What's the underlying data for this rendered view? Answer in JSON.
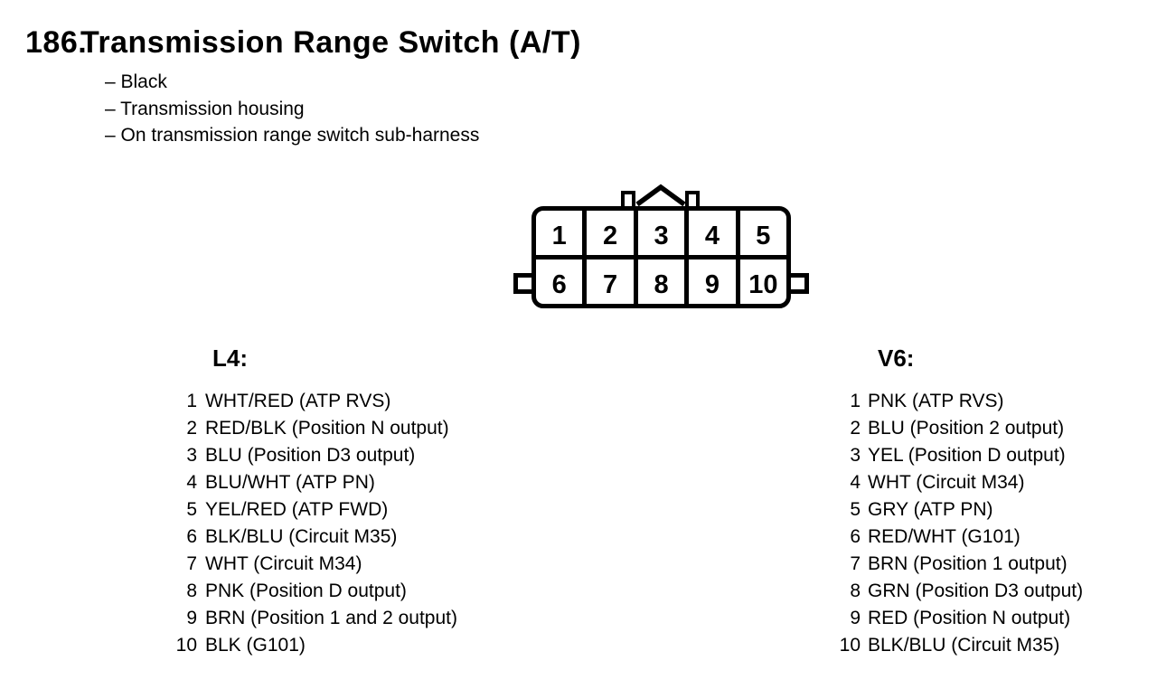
{
  "page": {
    "section_number": "186.",
    "title": "Transmission Range Switch (A/T)",
    "notes": [
      "– Black",
      "– Transmission housing",
      "– On transmission range switch sub-harness"
    ]
  },
  "connector": {
    "pins_top": [
      "1",
      "2",
      "3",
      "4",
      "5"
    ],
    "pins_bottom": [
      "6",
      "7",
      "8",
      "9",
      "10"
    ]
  },
  "pinouts": {
    "l4": {
      "heading": "L4:",
      "items": [
        {
          "pin": "1",
          "desc": "WHT/RED (ATP RVS)"
        },
        {
          "pin": "2",
          "desc": "RED/BLK (Position N output)"
        },
        {
          "pin": "3",
          "desc": "BLU (Position D3 output)"
        },
        {
          "pin": "4",
          "desc": "BLU/WHT (ATP PN)"
        },
        {
          "pin": "5",
          "desc": "YEL/RED (ATP FWD)"
        },
        {
          "pin": "6",
          "desc": "BLK/BLU (Circuit M35)"
        },
        {
          "pin": "7",
          "desc": "WHT (Circuit M34)"
        },
        {
          "pin": "8",
          "desc": "PNK (Position D output)"
        },
        {
          "pin": "9",
          "desc": "BRN (Position 1 and 2 output)"
        },
        {
          "pin": "10",
          "desc": "BLK (G101)"
        }
      ]
    },
    "v6": {
      "heading": "V6:",
      "items": [
        {
          "pin": "1",
          "desc": "PNK (ATP RVS)"
        },
        {
          "pin": "2",
          "desc": "BLU (Position 2 output)"
        },
        {
          "pin": "3",
          "desc": "YEL (Position D output)"
        },
        {
          "pin": "4",
          "desc": "WHT (Circuit M34)"
        },
        {
          "pin": "5",
          "desc": "GRY (ATP PN)"
        },
        {
          "pin": "6",
          "desc": "RED/WHT (G101)"
        },
        {
          "pin": "7",
          "desc": "BRN (Position 1 output)"
        },
        {
          "pin": "8",
          "desc": "GRN (Position D3 output)"
        },
        {
          "pin": "9",
          "desc": "RED (Position N output)"
        },
        {
          "pin": "10",
          "desc": "BLK/BLU (Circuit M35)"
        }
      ]
    }
  },
  "colors": {
    "ink": "#000000",
    "paper": "#ffffff"
  }
}
